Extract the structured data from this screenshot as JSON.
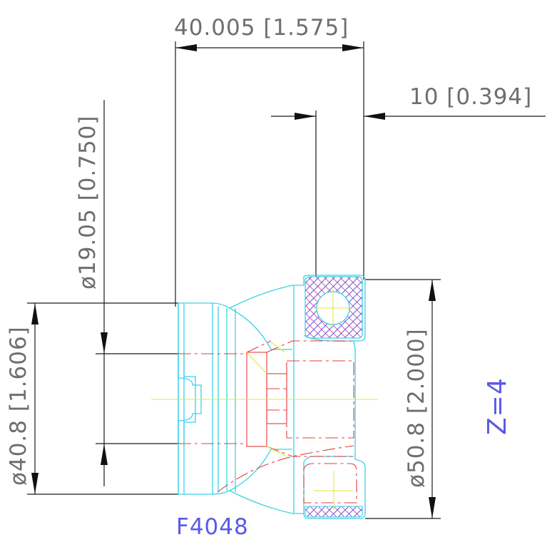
{
  "labels": {
    "top_width": "40.005 [1.575]",
    "slot_width": "10 [0.394]",
    "bore_dia": "ø19.05 [0.750]",
    "body_dia": "ø40.8 [1.606]",
    "cut_dia": "ø50.8 [2.000]",
    "teeth": "Z=4",
    "part_no": "F4048"
  },
  "colors": {
    "dimension": "#1a1a1a",
    "outline": "#39d3e6",
    "hidden": "#e63c3c",
    "center": "#e6e63c",
    "hatch": "#5a5ae6",
    "label": "#6e6e6e"
  }
}
